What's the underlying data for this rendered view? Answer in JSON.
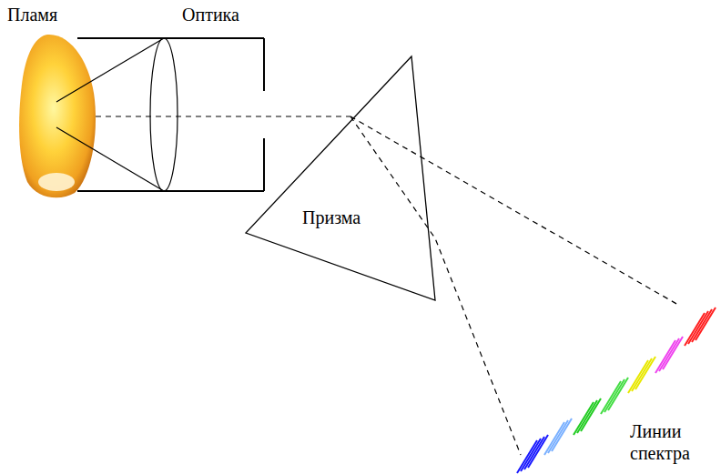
{
  "diagram": {
    "nodes": [
      {
        "text": [
          "Призма"
        ]
      }
    ],
    "labels": [
      "Пламя",
      "Оптика",
      "Линии спектра"
    ]
  }
}
